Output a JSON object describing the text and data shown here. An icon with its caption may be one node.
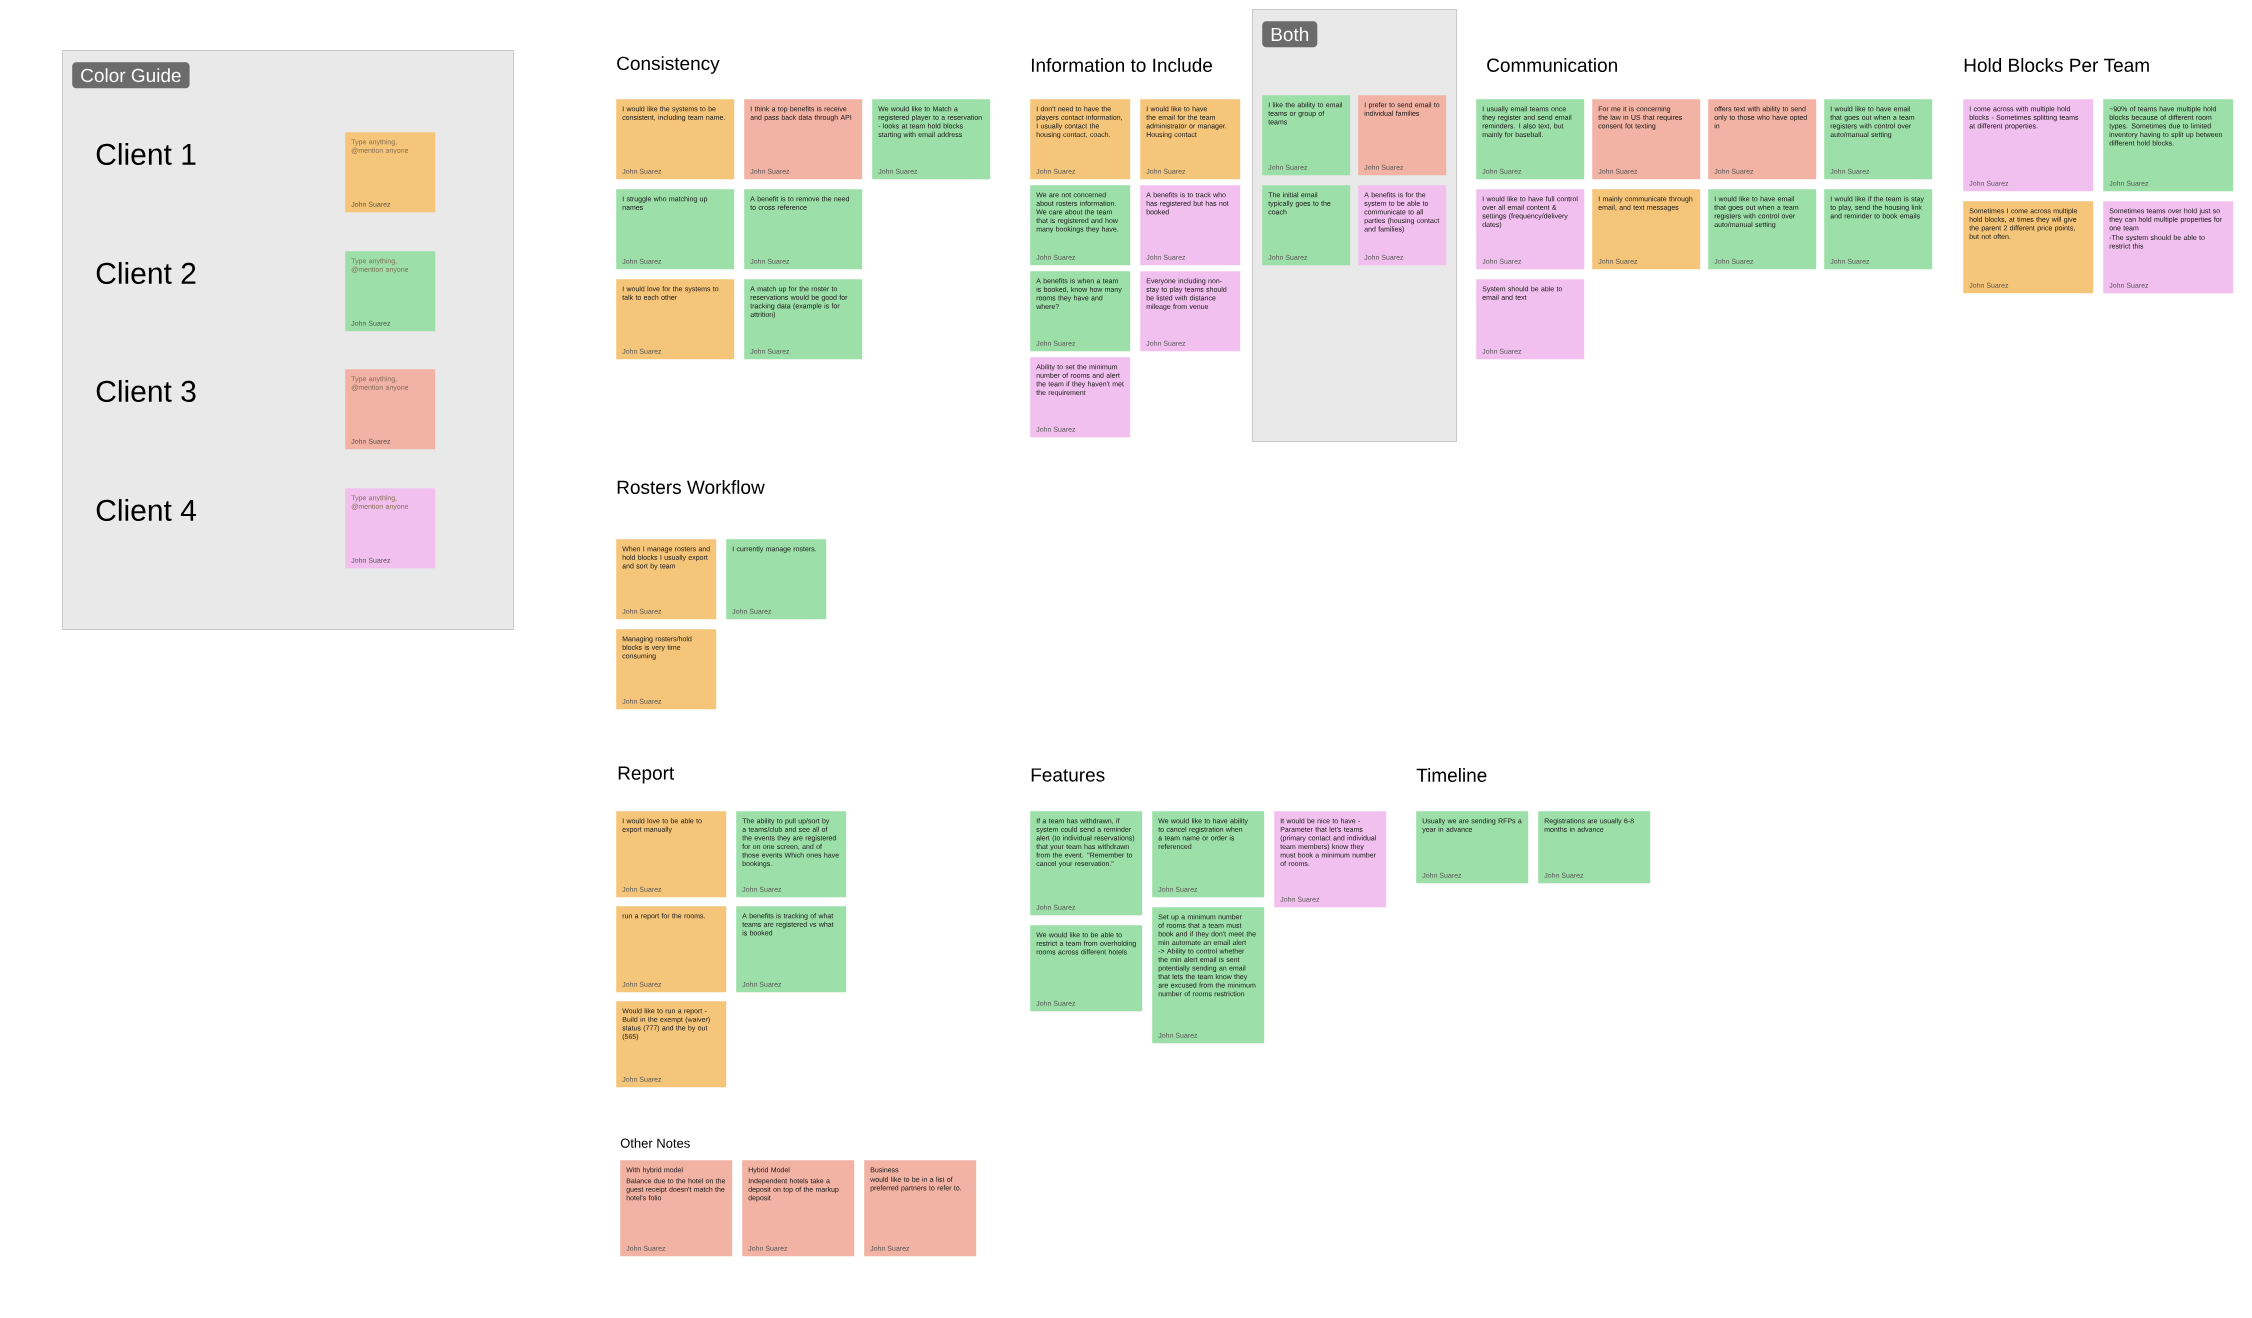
{
  "diagram": {
    "nodes": [
      {
        "text": [
          "Color Guide"
        ]
      },
      {
        "text": [
          "Type anything, @mention anyone",
          "John Suarez"
        ],
        "in": 0
      },
      {
        "text": [
          "Type anything, @mention anyone",
          "John Suarez"
        ],
        "in": 0
      },
      {
        "text": [
          "Type anything, @mention anyone",
          "John Suarez"
        ],
        "in": 0
      },
      {
        "text": [
          "Type anything, @mention anyone",
          "John Suarez"
        ],
        "in": 0
      },
      {
        "text": [
          "I would like the systems to be consistent, including team name.",
          "John Suarez"
        ]
      },
      {
        "text": [
          "I think a top benefits is receive and pass back data through API",
          "John Suarez"
        ]
      },
      {
        "text": [
          "We would like to Match a registered player to a reservation - looks at team hold blocks starting with email address",
          "John Suarez"
        ]
      },
      {
        "text": [
          "I struggle who matching up names",
          "John Suarez"
        ]
      },
      {
        "text": [
          "A benefit is to remove the need to cross reference",
          "John Suarez"
        ]
      },
      {
        "text": [
          "I would love for the systems to talk to each other",
          "John Suarez"
        ]
      },
      {
        "text": [
          "A match up for the roster to reservations would be good for tracking data (example is for attrition)",
          "John Suarez"
        ]
      },
      {
        "text": [
          "I don't need to have the players contact information, I usually contact the housing contact, coach.",
          "John Suarez"
        ]
      },
      {
        "text": [
          "I would like to have the email for the team administrator or manager. Housing contact",
          "John Suarez"
        ]
      },
      {
        "text": [
          "We are not concerned about rosters information. We care about the team that is registered and how many bookings they have.",
          "John Suarez"
        ]
      },
      {
        "text": [
          "A benefits is to track who has registered but has not booked",
          "John Suarez"
        ]
      },
      {
        "text": [
          "A benefits is when a team is booked, know how many rooms they have and where?",
          "John Suarez"
        ]
      },
      {
        "text": [
          "Everyone including non-stay to play teams should be listed with distance mileage from venue",
          "John Suarez"
        ]
      },
      {
        "text": [
          "Ability to set the minimum number of rooms and alert the team if they haven't met the requirement",
          "John Suarez"
        ]
      },
      {
        "text": [
          "Both"
        ]
      },
      {
        "text": [
          "I like the ability to email teams or group of teams",
          "John Suarez"
        ],
        "in": 19
      },
      {
        "text": [
          "I prefer to send email to individual families",
          "John Suarez"
        ],
        "in": 19
      },
      {
        "text": [
          "The initial email typically goes to the coach",
          "John Suarez"
        ],
        "in": 19
      },
      {
        "text": [
          "A benefits is for the system to be able to communicate to all parties (housing contact and families)",
          "John Suarez"
        ],
        "in": 19
      },
      {
        "text": [
          "I usually email teams once they register and send email reminders. I also text, but mainly for baseball.",
          "John Suarez"
        ]
      },
      {
        "text": [
          "For me it is concerning the law in US that requires consent fot texting",
          "John Suarez"
        ]
      },
      {
        "text": [
          "offers text with ability to send only to those who have opted in",
          "John Suarez"
        ]
      },
      {
        "text": [
          "I would like to have email that goes out when a team registers with control over auto/manual setting",
          "John Suarez"
        ]
      },
      {
        "text": [
          "I would like to have full control over all email content & settings (frequency/delivery dates)",
          "John Suarez"
        ]
      },
      {
        "text": [
          "I mainly communicate through email, and text messages",
          "John Suarez"
        ]
      },
      {
        "text": [
          "I would like to have email that goes out when a team registers with control over auto/manual setting",
          "John Suarez"
        ]
      },
      {
        "text": [
          "I would like if the team is stay to play, send the housing link and reminder to book emails",
          "John Suarez"
        ]
      },
      {
        "text": [
          "System should be able to email and text",
          "John Suarez"
        ]
      },
      {
        "text": [
          "I come across with multiple hold blocks - Sometimes splitting teams at different properties.",
          "John Suarez"
        ]
      },
      {
        "text": [
          "~90% of teams have multiple hold blocks because of different room types. Sometimes due to limited inventory having to split up between different hold blocks.",
          "John Suarez"
        ]
      },
      {
        "text": [
          "Sometimes I come across multiple hold blocks, at times they will give the parent 2 different price points, but not often.",
          "John Suarez"
        ]
      },
      {
        "text": [
          "Sometimes teams over hold just so they can hold multiple properties for one team",
          "-The system should be able to restrict this",
          "John Suarez"
        ]
      },
      {
        "text": [
          "When I manage rosters and hold blocks I usually export and sort by team",
          "John Suarez"
        ]
      },
      {
        "text": [
          "I currently manage rosters.",
          "John Suarez"
        ]
      },
      {
        "text": [
          "Managing rosters/hold blocks is very time consuming",
          "John Suarez"
        ]
      },
      {
        "text": [
          "I would love to be able to export manually",
          "John Suarez"
        ]
      },
      {
        "text": [
          "The ability to pull up/sort by a teams/club and see all of the events they are registered for on one screen, and of those events Which ones have bookings.",
          "John Suarez"
        ]
      },
      {
        "text": [
          "run a report for the rooms.",
          "John Suarez"
        ]
      },
      {
        "text": [
          "A benefits is tracking of what teams are registered vs what is booked",
          "John Suarez"
        ]
      },
      {
        "text": [
          "Would like to run a report - Build in the exempt (waiver) status (777) and the by out (565)",
          "John Suarez"
        ]
      },
      {
        "text": [
          "If a team has withdrawn, if system could send a reminder alert (to individual reservations) that your team has withdrawn from the event. \"Remember to cancel your reservation.\"",
          "John Suarez"
        ]
      },
      {
        "text": [
          "We would like to have ability to cancel registration when a team name or order is referenced",
          "John Suarez"
        ]
      },
      {
        "text": [
          "It would be nice to have - Parameter that let's teams (primary contact and individual team members) know they must book a minimum number of rooms.",
          "John Suarez"
        ]
      },
      {
        "text": [
          "We would like to be able to restrict a team from overholding rooms across different hotels",
          "John Suarez"
        ]
      },
      {
        "text": [
          "Set up a minimum number of rooms that a team must book and if they don't meet the min automate an email alert -> Ability to control whether the min alert email is sent potentially sending an email that lets the team know they are excused from the minimum number of rooms restriction",
          "John Suarez"
        ]
      },
      {
        "text": [
          "Usually we are sending RFPs a year in advance",
          "John Suarez"
        ]
      },
      {
        "text": [
          "Registrations are usually 6-8 months in advance",
          "John Suarez"
        ]
      },
      {
        "text": [
          "With hybrid model",
          "Balance due to the hotel on the guest receipt doesn't match the hotel's folio",
          "John Suarez"
        ]
      },
      {
        "text": [
          "Hybrid Model",
          "Independent hotels take a deposit on top of the markup deposit",
          "John Suarez"
        ]
      },
      {
        "text": [
          "Business",
          "would like to be in a list of preferred partners to refer to.",
          "John Suarez"
        ]
      }
    ],
    "labels": [
      "Client 1",
      "Client 2",
      "Client 3",
      "Client 4",
      "Consistency",
      "Information to Include",
      "Communication",
      "Hold Blocks Per Team",
      "Rosters Workflow",
      "Report",
      "Features",
      "Timeline",
      "Other Notes"
    ]
  }
}
